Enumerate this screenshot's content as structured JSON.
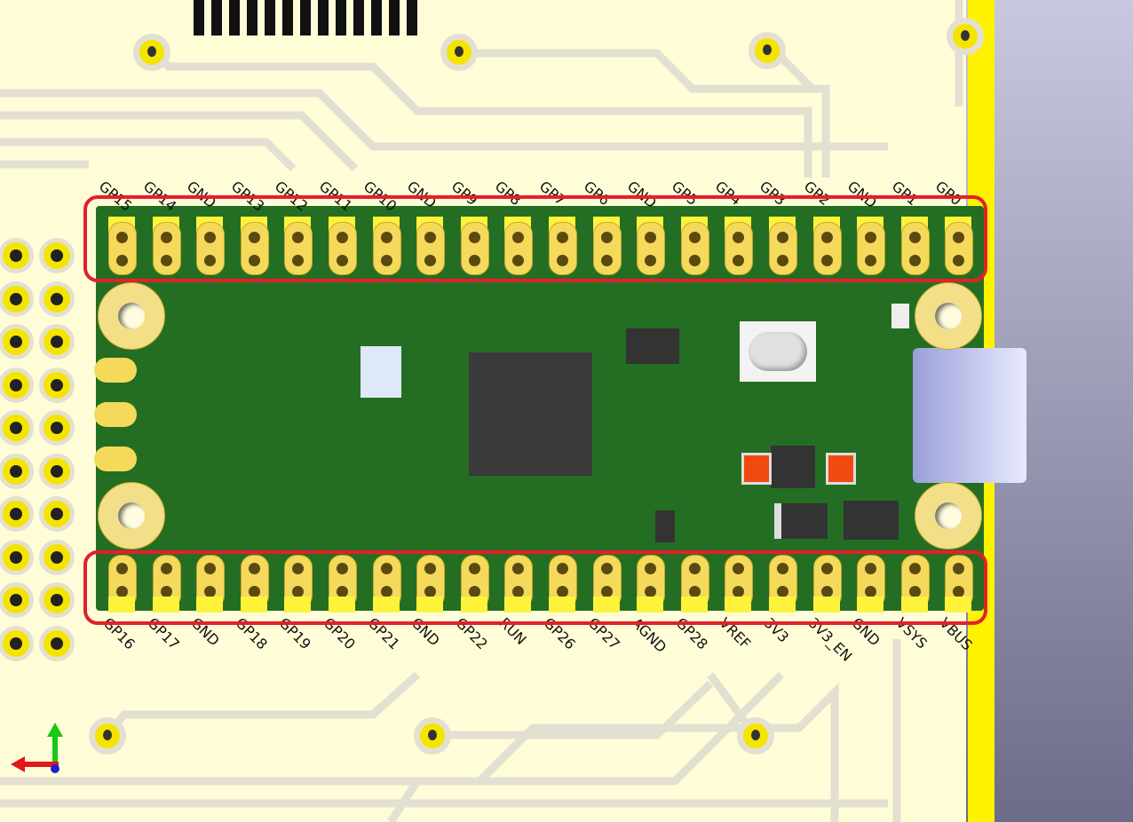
{
  "header_top_labels": [
    "GP15",
    "GP14",
    "GND",
    "GP13",
    "GP12",
    "GP11",
    "GP10",
    "GND",
    "GP9",
    "GP8",
    "GP7",
    "GP6",
    "GND",
    "GP5",
    "GP4",
    "GP3",
    "GP2",
    "GND",
    "GP1",
    "GP0"
  ],
  "header_bottom_labels": [
    "GP16",
    "GP17",
    "GND",
    "GP18",
    "GP19",
    "GP20",
    "GP21",
    "GND",
    "GP22",
    "RUN",
    "GP26",
    "GP27",
    "AGND",
    "GP28",
    "VREF",
    "3V3",
    "3V3_EN",
    "GND",
    "VSYS",
    "VBUS"
  ],
  "colors": {
    "board": "#236e23",
    "highlight": "#e3202a",
    "copper": "#f5d95a",
    "silk": "#fffdd8"
  },
  "axis_icons": [
    "x-axis-arrow-icon",
    "y-axis-arrow-icon",
    "z-axis-dot-icon"
  ]
}
